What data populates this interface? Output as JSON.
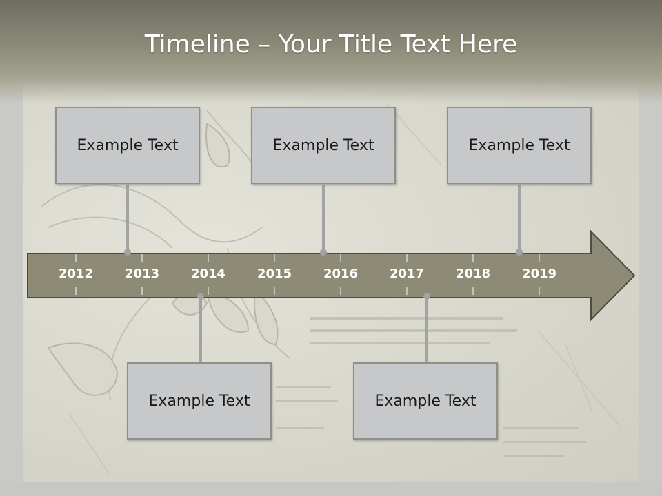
{
  "title": "Timeline – Your Title Text Here",
  "timeline": {
    "years": [
      "2012",
      "2013",
      "2014",
      "2015",
      "2016",
      "2017",
      "2018",
      "2019"
    ],
    "arrow_color": "#8d8a75",
    "arrow_border": "#4e4c3f"
  },
  "events_top": [
    {
      "label": "Example Text"
    },
    {
      "label": "Example Text"
    },
    {
      "label": "Example Text"
    }
  ],
  "events_bottom": [
    {
      "label": "Example Text"
    },
    {
      "label": "Example Text"
    }
  ],
  "colors": {
    "box_fill": "#c7c8ca",
    "connector": "#a3a3a3",
    "header": "#7d7b6a"
  }
}
